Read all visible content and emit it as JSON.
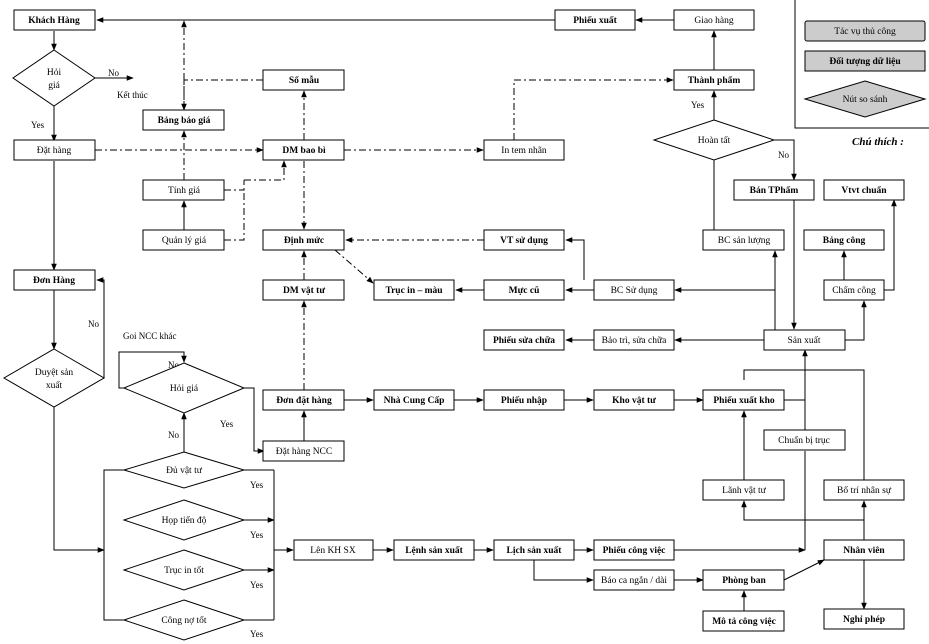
{
  "nodes": {
    "khach_hang": "Khách Hàng",
    "hoi_gia_1a": "Hỏi",
    "hoi_gia_1b": "giá",
    "ket_thuc": "Kết thúc",
    "dat_hang": "Đặt hàng",
    "bang_bao_gia": "Bảng báo giá",
    "so_mau": "Sổ mẫu",
    "dm_bao_bi": "DM bao bì",
    "in_tem_nhan": "In tem nhãn",
    "phieu_xuat": "Phiếu xuất",
    "giao_hang": "Giao hàng",
    "thanh_pham": "Thành phẩm",
    "hoan_tat": "Hoàn tất",
    "ban_tpham": "Bán TPhẩm",
    "vtvt_chuan": "Vtvt chuẩn",
    "tinh_gia": "Tính giá",
    "quan_ly_gia": "Quản lý giá",
    "dinh_muc": "Định mức",
    "vt_su_dung": "VT sử dụng",
    "bc_san_luong": "BC sản lượng",
    "bang_cong": "Bảng công",
    "truc_in_mau": "Trục in – màu",
    "muc_cu": "Mực cũ",
    "bc_su_dung": "BC Sử dụng",
    "cham_cong": "Chấm công",
    "dm_vat_tu": "DM vật tư",
    "don_hang": "Đơn Hàng",
    "duyet_sx_a": "Duyệt sản",
    "duyet_sx_b": "xuất",
    "phieu_sua_chua": "Phiếu sửa chữa",
    "bao_tri_sua_chua": "Bảo trì, sửa chữa",
    "san_xuat": "Sản xuất",
    "goi_ncc_khac": "Goi NCC khác",
    "hoi_gia_2": "Hỏi giá",
    "don_dat_hang": "Đơn đặt hàng",
    "nha_cung_cap": "Nhà Cung Cấp",
    "phieu_nhap": "Phiếu nhập",
    "kho_vat_tu": "Kho vật tư",
    "phieu_xuat_kho": "Phiếu xuất kho",
    "dat_hang_ncc": "Đặt hàng NCC",
    "chuan_bi_truc": "Chuẩn bị trục",
    "du_vat_tu": "Đủ vật tư",
    "lanh_vat_tu": "Lãnh vật tư",
    "bo_tri_nhan_su": "Bố trí nhân sự",
    "hop_tien_do": "Họp tiến độ",
    "len_kh_sx": "Lên KH SX",
    "lenh_san_xuat": "Lệnh sản xuất",
    "lich_san_xuat": "Lịch sản xuất",
    "phieu_cong_viec": "Phiếu công việc",
    "nhan_vien": "Nhân viên",
    "truc_in_tot": "Trục in tốt",
    "bao_ca_ngan_dai": "Báo ca ngắn / dài",
    "phong_ban": "Phòng ban",
    "cong_no_tot": "Công nợ tốt",
    "mo_ta_cong_viec": "Mô tả công việc",
    "nghi_phep": "Nghỉ phép"
  },
  "labels": {
    "yes": "Yes",
    "no": "No"
  },
  "legend": {
    "manual_task": "Tác vụ thủ công",
    "data_object": "Đối tượng dữ liệu",
    "compare_node": "Nút so sánh",
    "title": "Chú thích :"
  }
}
